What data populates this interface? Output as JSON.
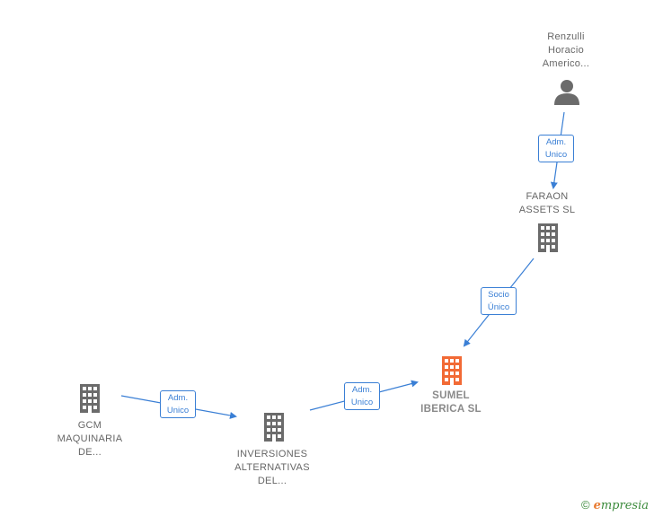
{
  "nodes": {
    "renzulli": {
      "line1": "Renzulli",
      "line2": "Horacio",
      "line3": "Americo..."
    },
    "faraon": {
      "line1": "FARAON",
      "line2": "ASSETS  SL"
    },
    "sumel": {
      "line1": "SUMEL",
      "line2": "IBERICA  SL"
    },
    "gcm": {
      "line1": "GCM",
      "line2": "MAQUINARIA",
      "line3": "DE..."
    },
    "inversiones": {
      "line1": "INVERSIONES",
      "line2": "ALTERNATIVAS",
      "line3": "DEL..."
    }
  },
  "edges": {
    "renzulli_faraon": {
      "line1": "Adm.",
      "line2": "Unico"
    },
    "faraon_sumel": {
      "line1": "Socio",
      "line2": "Único"
    },
    "gcm_inversiones": {
      "line1": "Adm.",
      "line2": "Unico"
    },
    "inversiones_sumel": {
      "line1": "Adm.",
      "line2": "Unico"
    }
  },
  "colors": {
    "edge": "#3a7fd5",
    "building": "#6b6b6b",
    "main_building": "#f26a35",
    "person": "#6b6b6b"
  },
  "icons": {
    "person": "person-icon",
    "building": "building-icon"
  },
  "brand": {
    "copyright": "©",
    "name": "mpresia",
    "initial": "e"
  }
}
